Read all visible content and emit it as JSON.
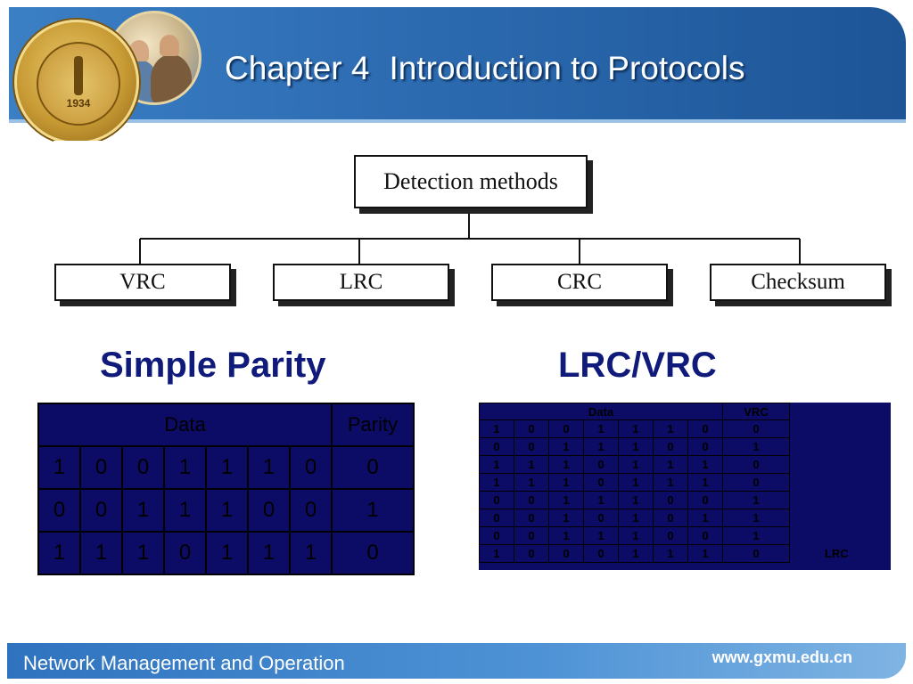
{
  "header": {
    "title_chapter": "Chapter 4",
    "title_topic": "Introduction to Protocols",
    "seal_year": "1934"
  },
  "diagram": {
    "root": "Detection methods",
    "children": [
      "VRC",
      "LRC",
      "CRC",
      "Checksum"
    ]
  },
  "simple_parity": {
    "heading": "Simple Parity",
    "header_data": "Data",
    "header_parity": "Parity",
    "rows": [
      {
        "bits": [
          "1",
          "0",
          "0",
          "1",
          "1",
          "1",
          "0"
        ],
        "parity": "0"
      },
      {
        "bits": [
          "0",
          "0",
          "1",
          "1",
          "1",
          "0",
          "0"
        ],
        "parity": "1"
      },
      {
        "bits": [
          "1",
          "1",
          "1",
          "0",
          "1",
          "1",
          "1"
        ],
        "parity": "0"
      }
    ]
  },
  "lrc_vrc": {
    "heading": "LRC/VRC",
    "header_data": "Data",
    "header_vrc": "VRC",
    "rows": [
      {
        "bits": [
          "1",
          "0",
          "0",
          "1",
          "1",
          "1",
          "0"
        ],
        "vrc": "0"
      },
      {
        "bits": [
          "0",
          "0",
          "1",
          "1",
          "1",
          "0",
          "0"
        ],
        "vrc": "1"
      },
      {
        "bits": [
          "1",
          "1",
          "1",
          "0",
          "1",
          "1",
          "1"
        ],
        "vrc": "0"
      },
      {
        "bits": [
          "1",
          "1",
          "1",
          "0",
          "1",
          "1",
          "1"
        ],
        "vrc": "0"
      },
      {
        "bits": [
          "0",
          "0",
          "1",
          "1",
          "1",
          "0",
          "0"
        ],
        "vrc": "1"
      },
      {
        "bits": [
          "0",
          "0",
          "1",
          "0",
          "1",
          "0",
          "1"
        ],
        "vrc": "1"
      },
      {
        "bits": [
          "0",
          "0",
          "1",
          "1",
          "1",
          "0",
          "0"
        ],
        "vrc": "1"
      },
      {
        "bits": [
          "1",
          "0",
          "0",
          "0",
          "1",
          "1",
          "1"
        ],
        "vrc": "0"
      }
    ],
    "lrc_label": "LRC"
  },
  "footer": {
    "left": "Network Management and Operation",
    "right": "www.gxmu.edu.cn"
  }
}
